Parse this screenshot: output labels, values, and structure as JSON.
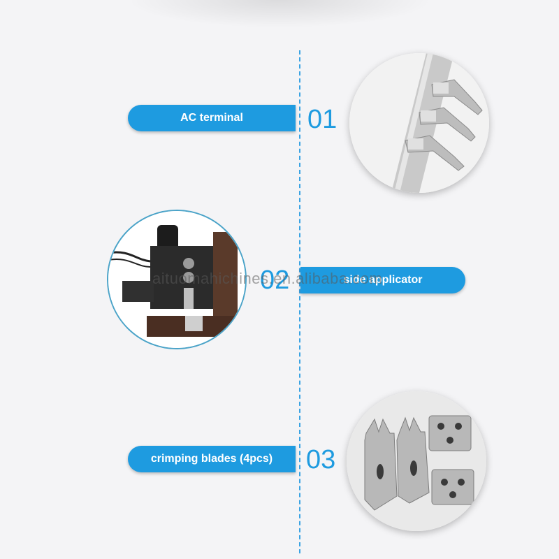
{
  "sections": [
    {
      "number": "01",
      "label": "AC terminal"
    },
    {
      "number": "02",
      "label": "side applicator"
    },
    {
      "number": "03",
      "label": "crimping blades (4pcs)"
    }
  ],
  "watermark": "aituomahichines.en.alibaba.com",
  "colors": {
    "accent": "#1e9be0",
    "background": "#f4f4f6"
  }
}
